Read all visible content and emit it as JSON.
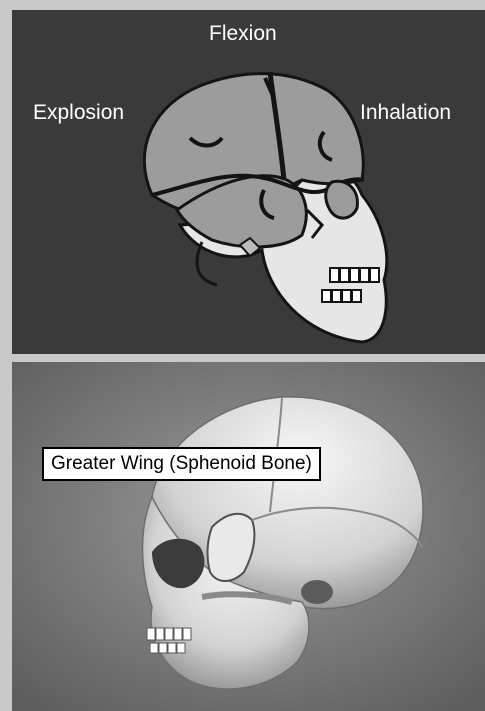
{
  "top_panel": {
    "labels": {
      "flexion": "Flexion",
      "explosion": "Explosion",
      "inhalation": "Inhalation"
    },
    "colors": {
      "background": "#3a3a3a",
      "cranium": "#9c9c9c",
      "face": "#e6e6e6",
      "outline": "#141414"
    }
  },
  "bottom_panel": {
    "callout": "Greater Wing (Sphenoid Bone)",
    "colors": {
      "background": "#7d7d7d",
      "skull_light": "#f2f2f2",
      "skull_shadow": "#8f8f8f"
    }
  }
}
